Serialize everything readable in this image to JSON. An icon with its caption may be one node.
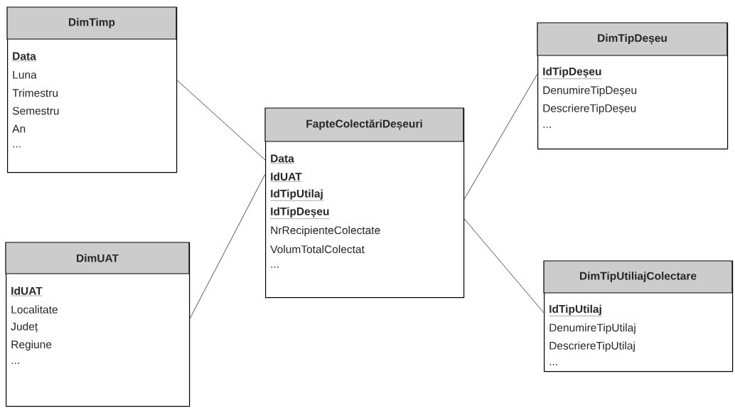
{
  "diagram": {
    "nodes": [
      {
        "text": [
          "DimTimp",
          "Data",
          "Luna",
          "Trimestru",
          "Semestru",
          "An",
          "..."
        ]
      },
      {
        "text": [
          "DimTipDeșeu",
          "IdTipDeșeu",
          "DenumireTipDeșeu",
          "DescriereTipDeșeu",
          "..."
        ]
      },
      {
        "text": [
          "FapteColectăriDeșeuri",
          "Data",
          "IdUAT",
          "IdTipUtilaj",
          "IdTipDeșeu",
          "NrRecipienteColectate",
          "VolumTotalColectat",
          "..."
        ]
      },
      {
        "text": [
          "DimUAT",
          "IdUAT",
          "Localitate",
          "Județ",
          "Regiune",
          "..."
        ]
      },
      {
        "text": [
          "DimTipUtiliajColectare",
          "IdTipUtilaj",
          "DenumireTipUtilaj",
          "DescriereTipUtilaj",
          "..."
        ]
      }
    ],
    "edges": [
      {
        "from": 0,
        "to": 2,
        "arrow": "none"
      },
      {
        "from": 3,
        "to": 2,
        "arrow": "none"
      },
      {
        "from": 2,
        "to": 1,
        "arrow": "none"
      },
      {
        "from": 2,
        "to": 4,
        "arrow": "none"
      }
    ]
  }
}
